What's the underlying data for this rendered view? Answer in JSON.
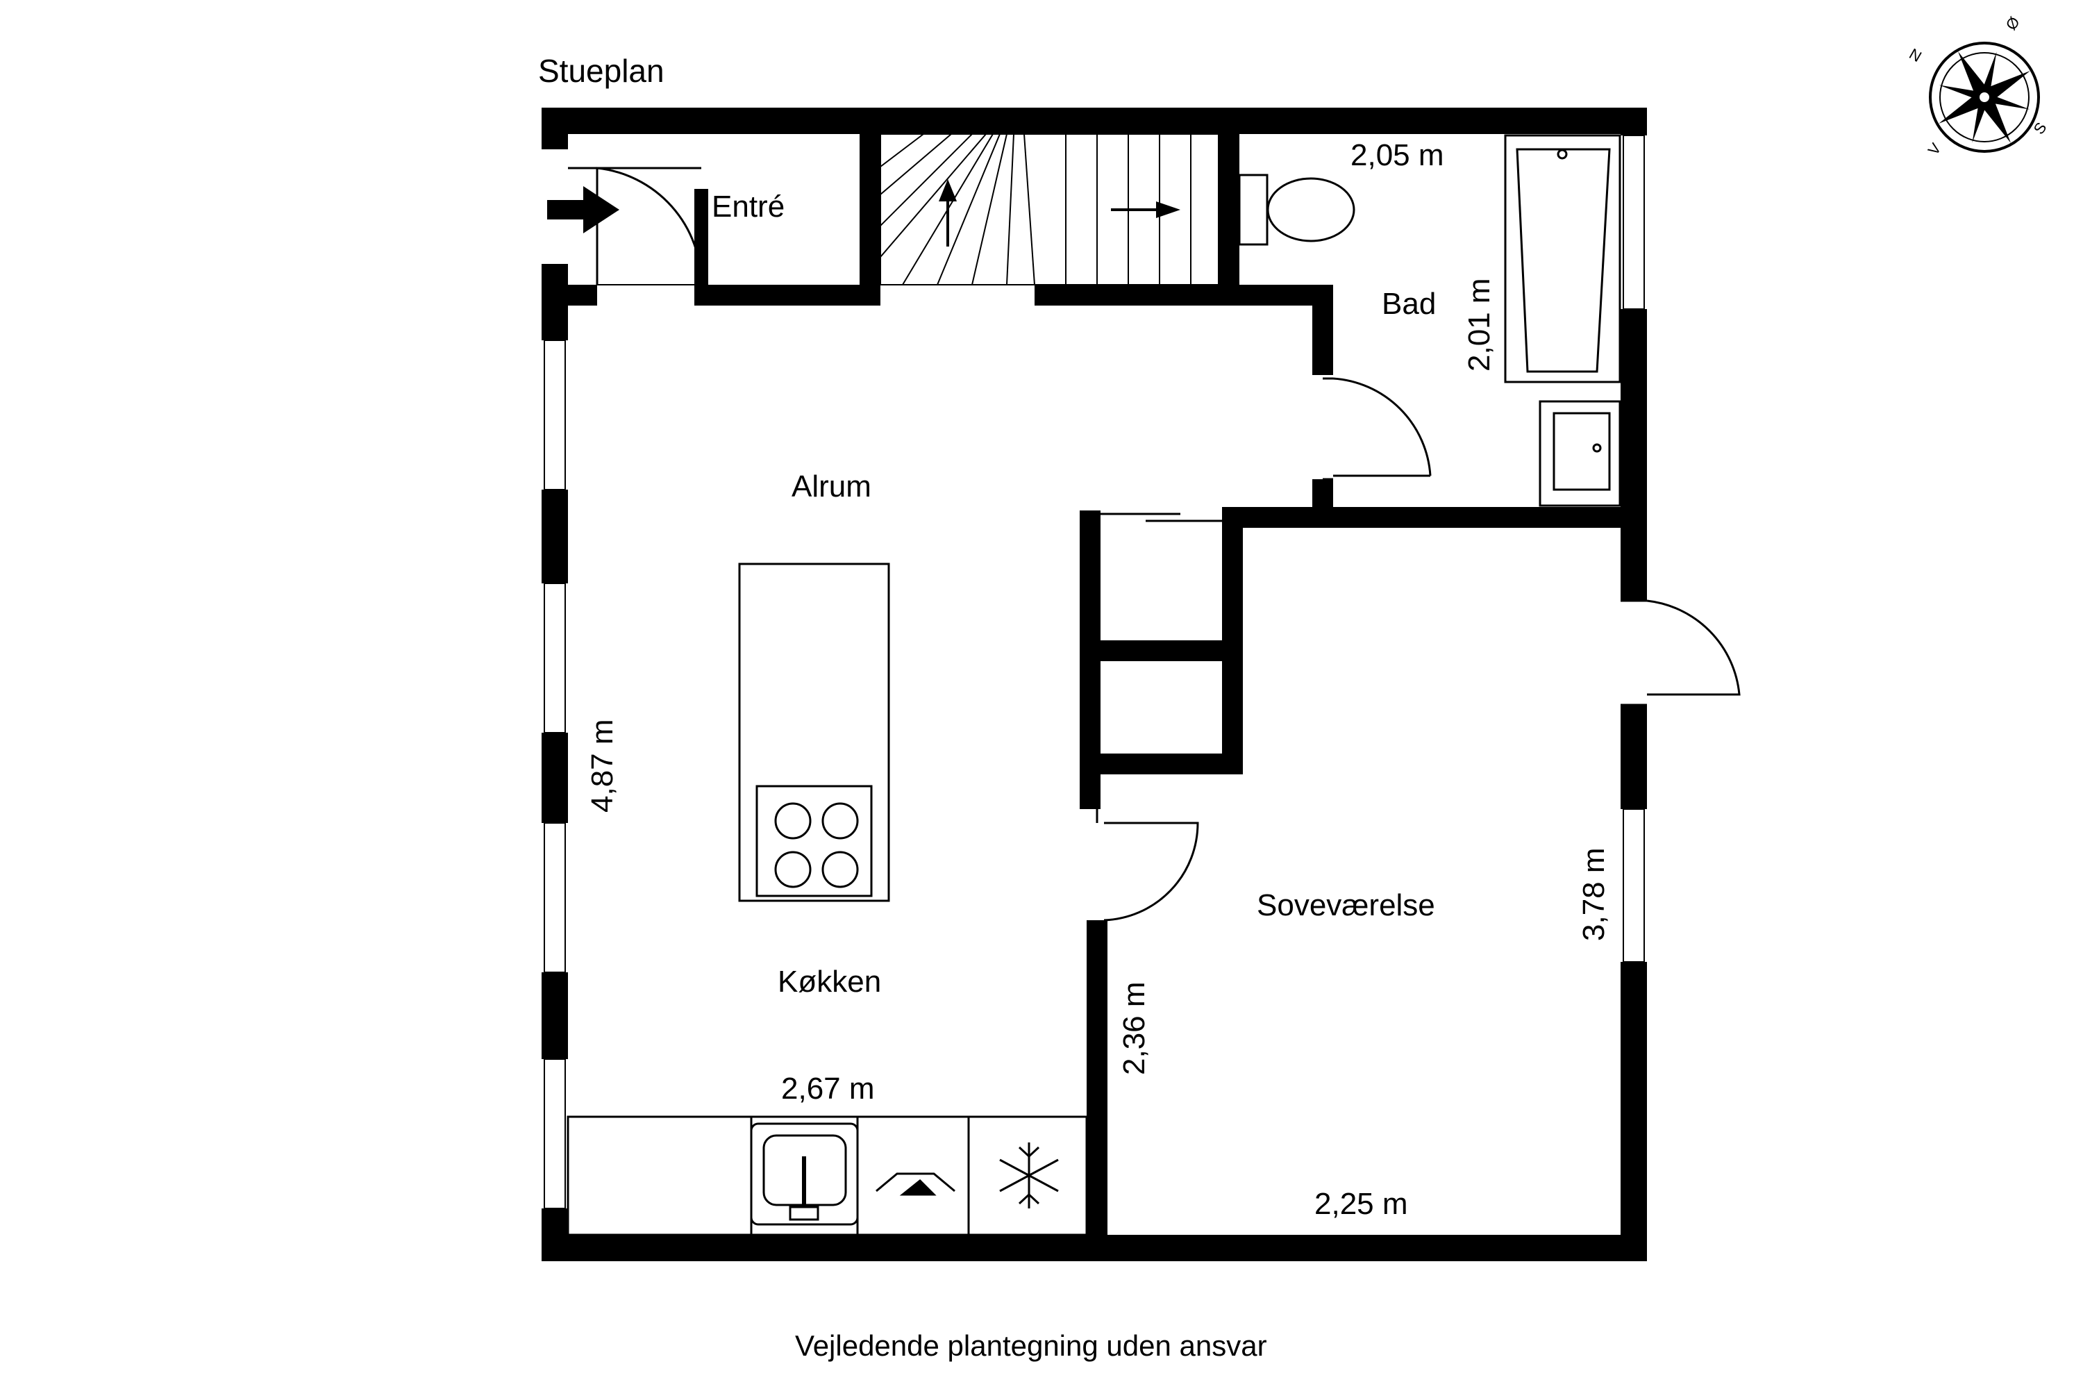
{
  "floor_title": "Stueplan",
  "rooms": {
    "entre": "Entré",
    "bad": "Bad",
    "alrum": "Alrum",
    "kokken": "Køkken",
    "sovevaerelse": "Soveværelse"
  },
  "dimensions": {
    "bad_width": "2,05 m",
    "bad_depth": "2,01 m",
    "alrum_height": "4,87 m",
    "kokken_width": "2,67 m",
    "kokken_depth": "2,36 m",
    "sove_width": "2,25 m",
    "sove_height": "3,78 m"
  },
  "compass": {
    "n": "N",
    "o": "Ø",
    "s": "S",
    "v": "V"
  },
  "footer": "Vejledende plantegning uden ansvar"
}
